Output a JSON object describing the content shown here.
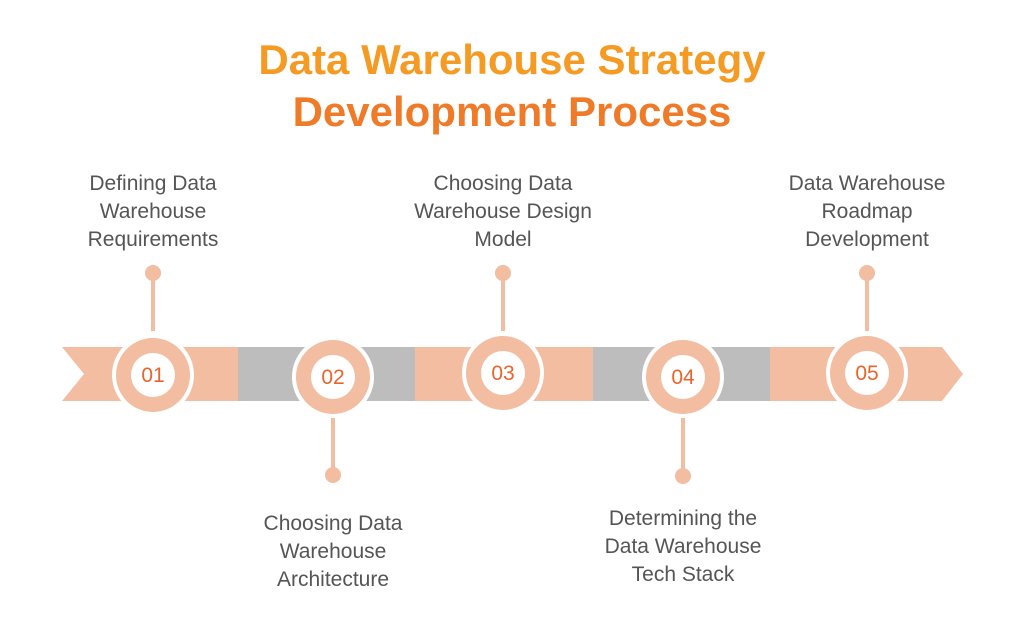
{
  "title": {
    "line1": "Data Warehouse Strategy",
    "line2": "Development Process"
  },
  "colors": {
    "peach": "#F2BDA1",
    "gray": "#BDBDBD",
    "number": "#E8652C",
    "text": "#555555"
  },
  "steps": [
    {
      "number": "01",
      "label": [
        "Defining Data",
        "Warehouse",
        "Requirements"
      ],
      "side": "top"
    },
    {
      "number": "02",
      "label": [
        "Choosing Data",
        "Warehouse",
        "Architecture"
      ],
      "side": "bottom"
    },
    {
      "number": "03",
      "label": [
        "Choosing Data",
        "Warehouse Design",
        "Model"
      ],
      "side": "top"
    },
    {
      "number": "04",
      "label": [
        "Determining the",
        "Data Warehouse",
        "Tech Stack"
      ],
      "side": "bottom"
    },
    {
      "number": "05",
      "label": [
        "Data Warehouse",
        "Roadmap",
        "Development"
      ],
      "side": "top"
    }
  ]
}
